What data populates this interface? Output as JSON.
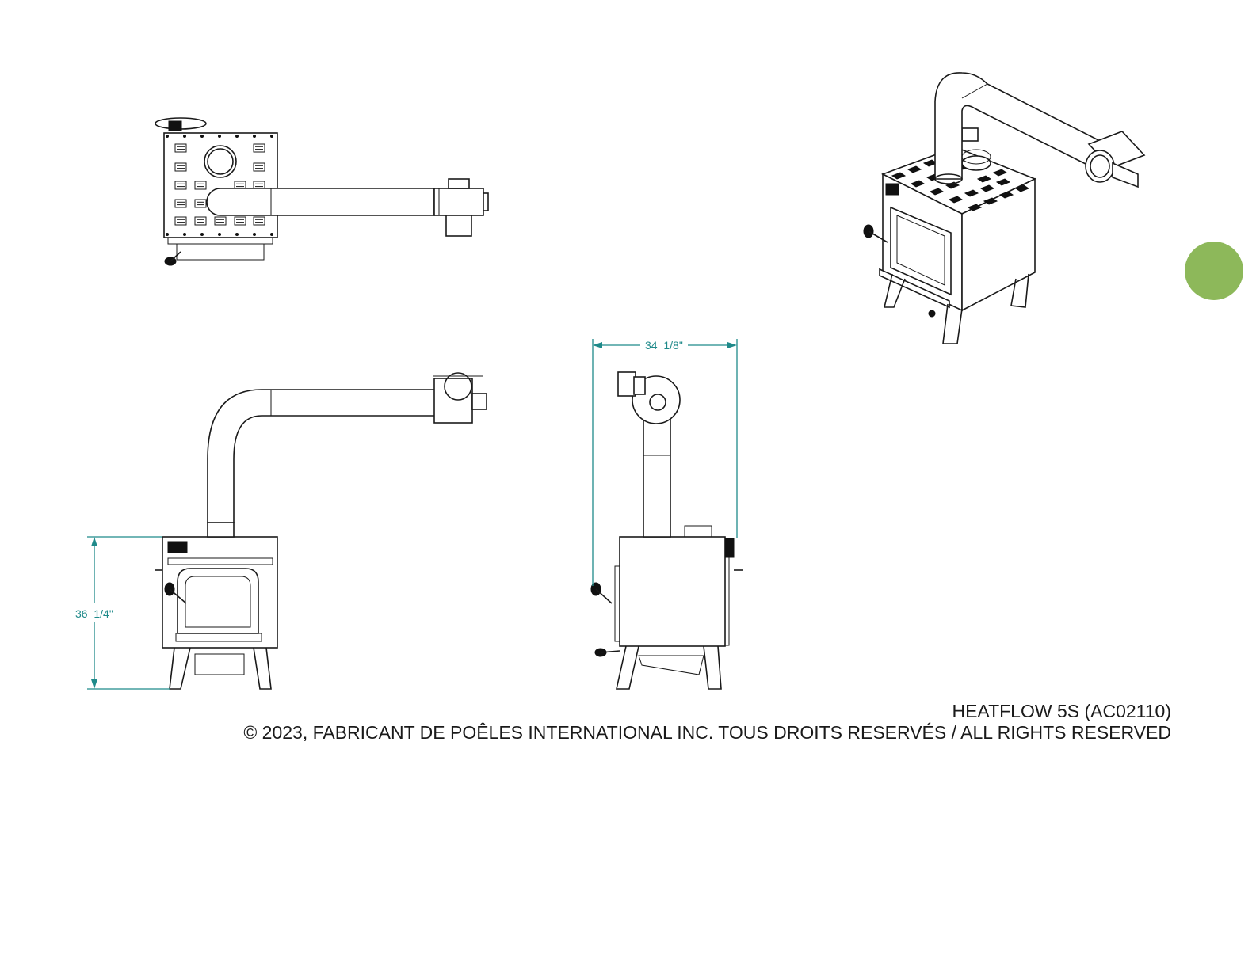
{
  "dimensions": {
    "width_label": "34  1/8\"",
    "height_label": "36  1/4\""
  },
  "caption": {
    "model": "HEATFLOW 5S (AC02110)",
    "copyright": "© 2023, FABRICANT DE POÊLES INTERNATIONAL INC. TOUS DROITS RESERVÉS / ALL RIGHTS RESERVED"
  },
  "colors": {
    "dimension": "#1f8a8a",
    "badge": "#8db85a",
    "line": "#1a1a1a"
  },
  "icons": {
    "badge": "green-circle-icon"
  }
}
